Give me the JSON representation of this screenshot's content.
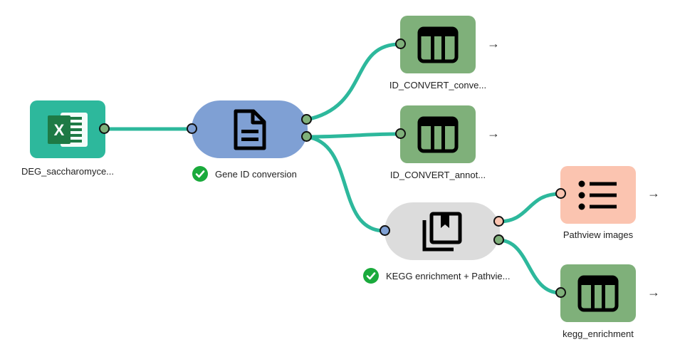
{
  "colors": {
    "edge": "#2db89c",
    "excel_node": "#2db89c",
    "tool_node": "#7fa0d4",
    "kegg_node": "#dcdcdc",
    "table_node": "#7fb07a",
    "list_node": "#fbc4b0",
    "check": "#1aaa3c"
  },
  "nodes": {
    "excel": {
      "label": "DEG_saccharomyce...",
      "icon": "excel-icon"
    },
    "gene_id": {
      "label": "Gene ID conversion",
      "icon": "document-icon",
      "status": "completed"
    },
    "converted": {
      "label": "ID_CONVERT_conve...",
      "icon": "table-icon"
    },
    "annotated": {
      "label": "ID_CONVERT_annot...",
      "icon": "table-icon"
    },
    "kegg": {
      "label": "KEGG enrichment + Pathvie...",
      "icon": "library-bookmark-icon",
      "status": "completed"
    },
    "pathview": {
      "label": "Pathview images",
      "icon": "list-icon"
    },
    "kegg_table": {
      "label": "kegg_enrichment",
      "icon": "table-icon"
    }
  },
  "arrow_glyph": "→"
}
